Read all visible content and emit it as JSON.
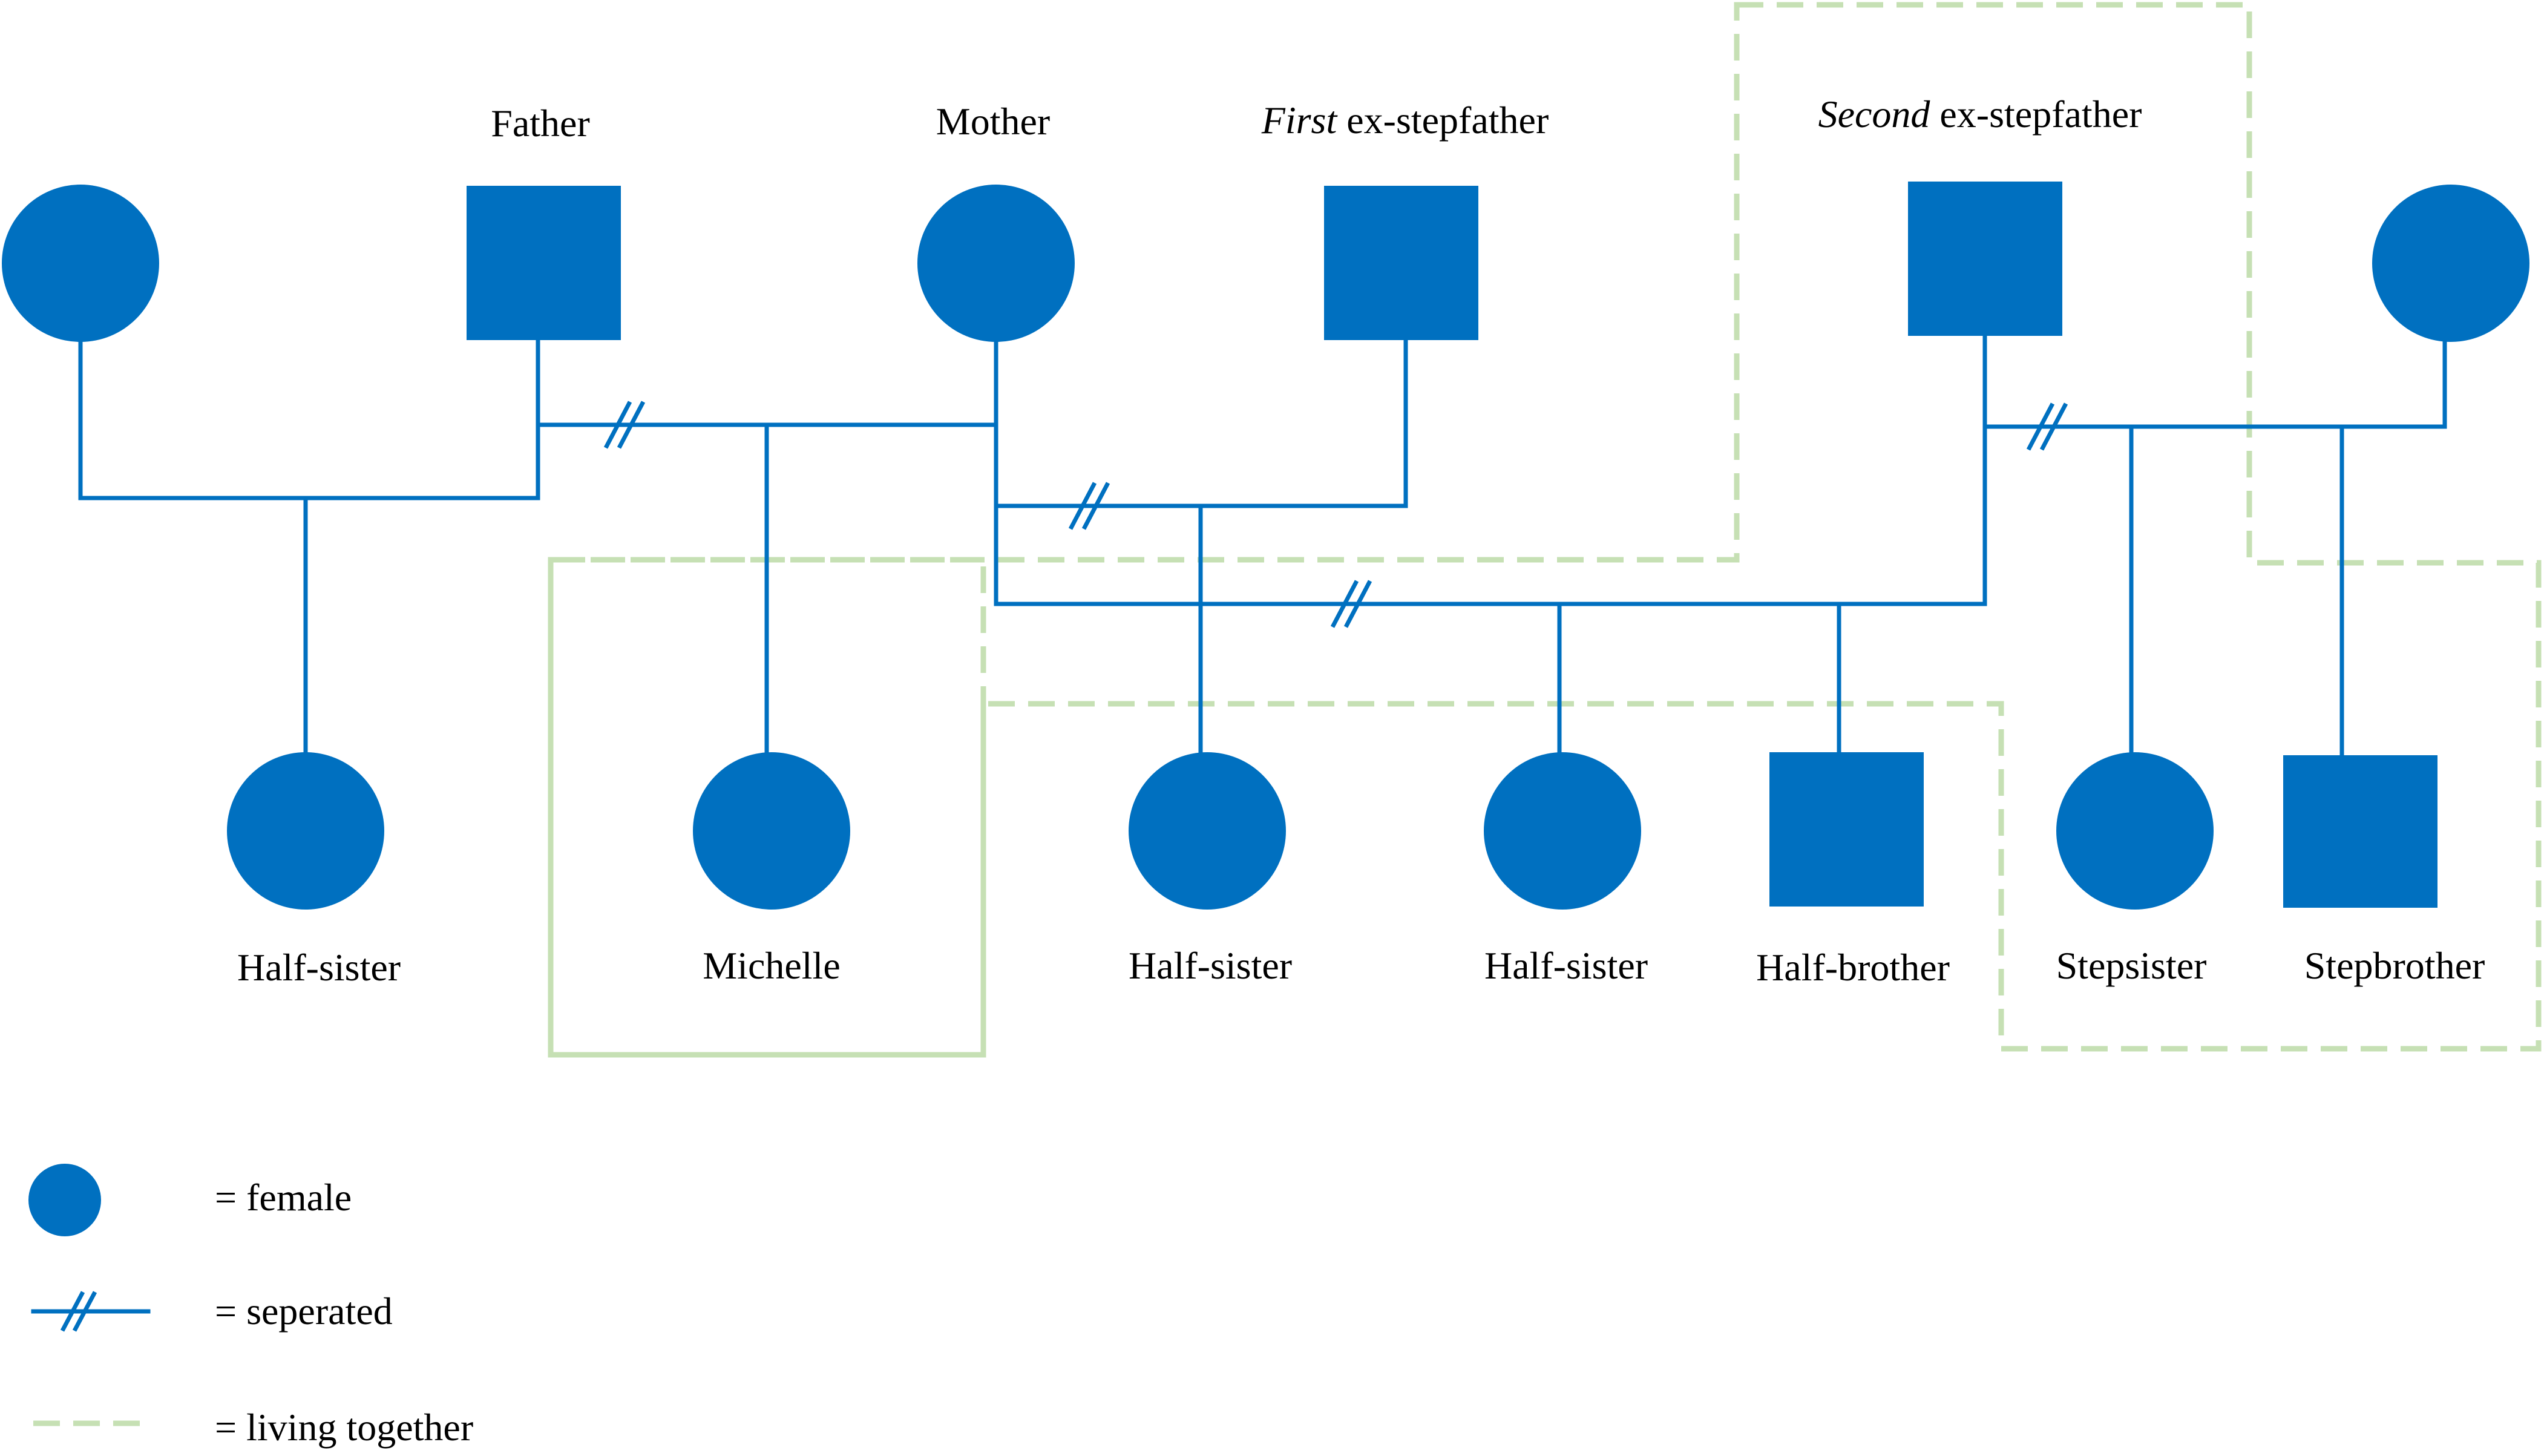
{
  "colors": {
    "person": "#0070c0",
    "line": "#0070c0",
    "household": "#c6e0b4",
    "text": "#000000"
  },
  "people": {
    "father": {
      "label": "Father",
      "shape": "square"
    },
    "mother": {
      "label": "Mother",
      "shape": "circle"
    },
    "first_stepfather": {
      "label_em": "First",
      "label_rest": " ex-stepfather",
      "shape": "square"
    },
    "second_stepfather": {
      "label_em": "Second",
      "label_rest": " ex-stepfather",
      "shape": "square"
    },
    "father_ex_partner": {
      "label": "",
      "shape": "circle"
    },
    "stepfather_partner": {
      "label": "",
      "shape": "circle"
    },
    "half_sister_1": {
      "label": "Half-sister",
      "shape": "circle"
    },
    "michelle": {
      "label": "Michelle",
      "shape": "circle"
    },
    "half_sister_2": {
      "label": "Half-sister",
      "shape": "circle"
    },
    "half_sister_3": {
      "label": "Half-sister",
      "shape": "circle"
    },
    "half_brother": {
      "label": "Half-brother",
      "shape": "square"
    },
    "stepsister": {
      "label": "Stepsister",
      "shape": "circle"
    },
    "stepbrother": {
      "label": "Stepbrother",
      "shape": "square"
    }
  },
  "legend": {
    "female": {
      "icon": "circle-icon",
      "text": "= female"
    },
    "separated": {
      "icon": "separated-line-icon",
      "text": "= seperated"
    },
    "living_together": {
      "icon": "dashed-line-icon",
      "text": "= living together"
    }
  }
}
